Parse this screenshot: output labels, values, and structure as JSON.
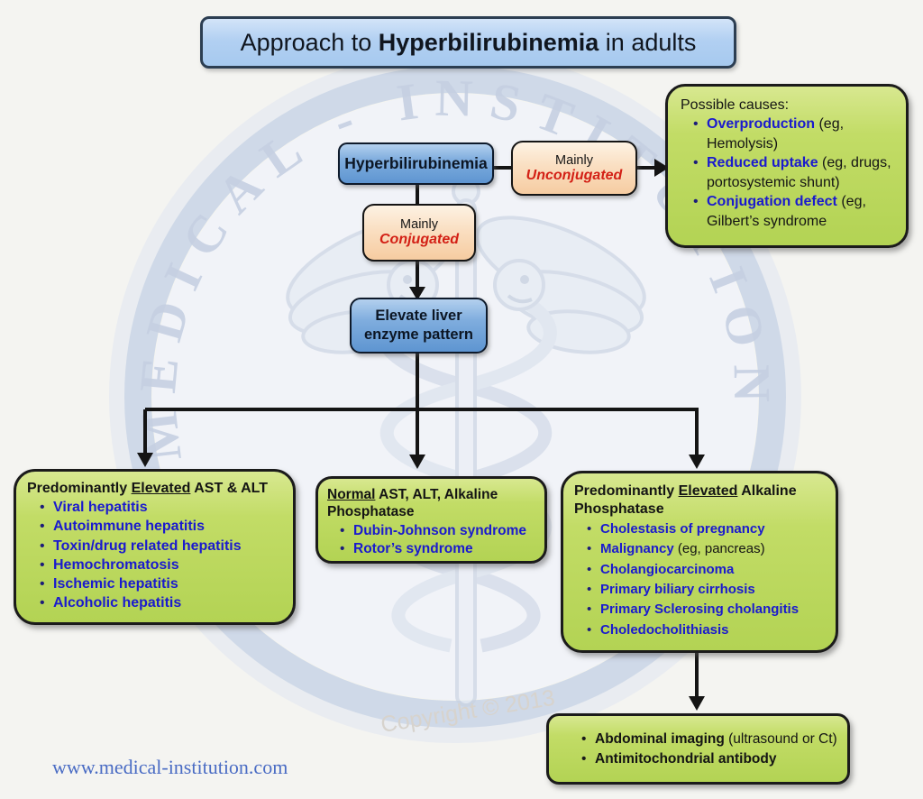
{
  "colors": {
    "title_bg": "#b2d0f2",
    "node_blue": "#6b9fd8",
    "peach": "#fadfc2",
    "green": "#bcd95e",
    "term_blue": "#1a1ace",
    "red_accent": "#d32015",
    "line_black": "#141414",
    "url_blue": "#4a6cc4"
  },
  "title": {
    "pre": "Approach to ",
    "em": "Hyperbilirubinemia",
    "post": " in adults"
  },
  "root": {
    "label": "Hyperbilirubinemia"
  },
  "unconjugated": {
    "line1": "Mainly",
    "line2": "Unconjugated"
  },
  "conjugated": {
    "line1": "Mainly",
    "line2": "Conjugated"
  },
  "elevate": {
    "line1": "Elevate liver",
    "line2": "enzyme pattern"
  },
  "causes": {
    "header": "Possible causes:",
    "items": [
      {
        "term": "Overproduction",
        "rest": " (eg, Hemolysis)"
      },
      {
        "term": "Reduced uptake",
        "rest": " (eg, drugs, portosystemic shunt)"
      },
      {
        "term": "Conjugation defect",
        "rest": " (eg, Gilbert’s syndrome"
      }
    ]
  },
  "ast_alt": {
    "header": {
      "pre": "Predominantly ",
      "u": "Elevated",
      "post": " AST & ALT"
    },
    "items": [
      "Viral hepatitis",
      "Autoimmune hepatitis",
      "Toxin/drug related hepatitis",
      "Hemochromatosis",
      "Ischemic hepatitis",
      "Alcoholic hepatitis"
    ]
  },
  "normal": {
    "header": {
      "u": "Normal",
      "post": " AST, ALT, Alkaline Phosphatase"
    },
    "items": [
      "Dubin-Johnson syndrome",
      "Rotor’s syndrome"
    ]
  },
  "alk_phos": {
    "header": {
      "pre": "Predominantly ",
      "u": "Elevated",
      "post": " Alkaline Phosphatase"
    },
    "items": [
      {
        "term": "Cholestasis of pregnancy",
        "rest": ""
      },
      {
        "term": "Malignancy",
        "rest": " (eg, pancreas)"
      },
      {
        "term": "Cholangiocarcinoma",
        "rest": ""
      },
      {
        "term": "Primary biliary cirrhosis",
        "rest": ""
      },
      {
        "term": "Primary Sclerosing cholangitis",
        "rest": ""
      },
      {
        "term": "Choledocholithiasis",
        "rest": ""
      }
    ]
  },
  "workup": {
    "items": [
      {
        "term": "Abdominal imaging",
        "rest": " (ultrasound or Ct)"
      },
      {
        "term": "Antimitochondrial antibody",
        "rest": ""
      }
    ]
  },
  "watermark": {
    "arc_text": "MEDICAL - INSTITUTION",
    "copyright": "Copyright © 2013"
  },
  "footer": {
    "website": "www.medical-institution.com"
  }
}
